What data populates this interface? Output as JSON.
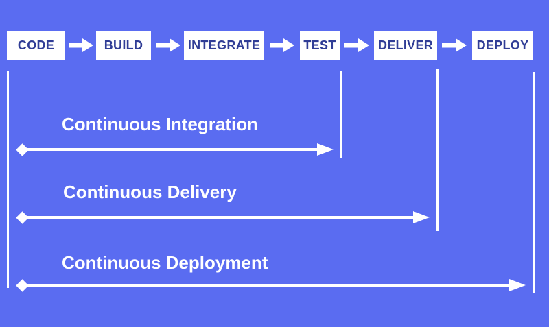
{
  "theme": {
    "background_color": "#5A6CF1",
    "stage_box_background": "#FFFFFF",
    "stage_text_color": "#303D96",
    "line_and_arrow_color": "#FFFFFF",
    "span_label_color": "#FFFFFF"
  },
  "pipeline": {
    "stages": [
      {
        "label": "CODE"
      },
      {
        "label": "BUILD"
      },
      {
        "label": "INTEGRATE"
      },
      {
        "label": "TEST"
      },
      {
        "label": "DELIVER"
      },
      {
        "label": "DEPLOY"
      }
    ]
  },
  "spans": [
    {
      "label": "Continuous Integration",
      "from_stage": "CODE",
      "to_stage": "TEST"
    },
    {
      "label": "Continuous Delivery",
      "from_stage": "CODE",
      "to_stage": "DELIVER"
    },
    {
      "label": "Continuous Deployment",
      "from_stage": "CODE",
      "to_stage": "DEPLOY"
    }
  ],
  "icons": {
    "connector_arrow": "arrow-right",
    "span_start_marker": "diamond",
    "span_end_marker": "arrow-right"
  }
}
